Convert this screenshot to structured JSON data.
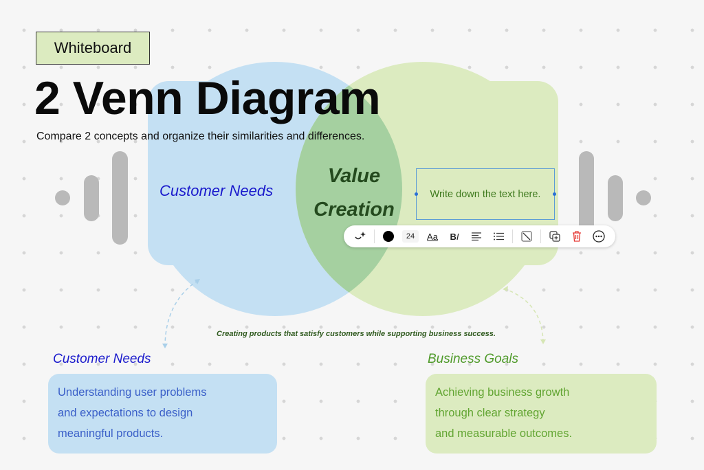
{
  "badge": "Whiteboard",
  "title": "2 Venn Diagram",
  "subtitle": "Compare 2 concepts and organize their similarities and differences.",
  "venn": {
    "left_label": "Customer Needs",
    "center_line1": "Value",
    "center_line2": "Creation",
    "textbox": "Write down the text here.",
    "colors": {
      "left": "#c4e0f3",
      "right": "#dcebc0",
      "overlap": "#a5d0a0"
    }
  },
  "toolbar": {
    "font_size": "24",
    "items": [
      "ai-sparkle",
      "color-picker",
      "font-size",
      "text-style",
      "bold-italic",
      "align",
      "list",
      "border-style",
      "duplicate",
      "delete",
      "more"
    ]
  },
  "caption": "Creating products that satisfy customers while supporting business success.",
  "cards": [
    {
      "title": "Customer Needs",
      "lines": [
        "Understanding user problems",
        "and expectations to design",
        "meaningful products."
      ]
    },
    {
      "title": "Business Goals",
      "lines": [
        "Achieving business growth",
        "through clear strategy",
        "and measurable outcomes."
      ]
    }
  ]
}
